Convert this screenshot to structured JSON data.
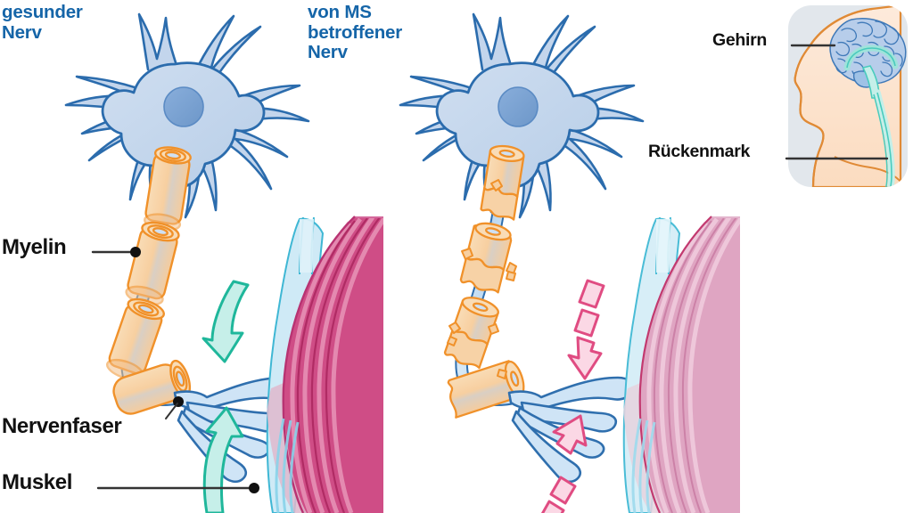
{
  "figure": {
    "type": "medical-illustration",
    "subject": "Multiple Sklerose – Vergleich gesunder und von MS betroffener Nerv",
    "language": "de",
    "background_color": "#ffffff"
  },
  "headings": {
    "healthy_nerve": "gesunder\nNerv",
    "ms_nerve": "von MS\nbetroffener\nNerv",
    "color": "#1565a8"
  },
  "labels": {
    "myelin": "Myelin",
    "nerve_fiber": "Nervenfaser",
    "muscle": "Muskel",
    "color": "#111111"
  },
  "inset": {
    "name": "head-anatomy-inset",
    "card_color": "#e2e7ec",
    "brain": "Gehirn",
    "spinal_cord": "Rückenmark",
    "skin_fill": "#fde7d2",
    "outline_color": "#e08a35",
    "brain_fill": "#b7cdea",
    "brain_outline": "#3f79b8",
    "cord_color": "#5fd6cb"
  },
  "colors": {
    "neuron_body_fill": "#c3d5ec",
    "neuron_outline": "#2b6cad",
    "nucleus_fill": "#7ba3d4",
    "myelin_fill": "#f6cfa0",
    "myelin_outline": "#f0912a",
    "axon_fill": "#c6dcf0",
    "axon_outline": "#2f6fae",
    "muscle_dark": "#c8326e",
    "muscle_mid": "#d9588e",
    "muscle_light": "#eda6c3",
    "muscle_pale": "#eac3d6",
    "tendon_blue": "#bfe3f2",
    "arrow_active_stroke": "#1fb79b",
    "arrow_active_fill": "#c6efe9",
    "arrow_impaired_stroke": "#e04c82",
    "arrow_impaired_fill": "#fbd8e5",
    "leader_line": "#333333"
  },
  "panels": [
    {
      "id": "healthy",
      "title": "gesunder Nerv",
      "myelin_state": "intakt",
      "signal_arrows": "durchgehend",
      "muscle_state": "kräftig"
    },
    {
      "id": "ms",
      "title": "von MS betroffener Nerv",
      "myelin_state": "beschädigt",
      "signal_arrows": "gestrichelt",
      "muscle_state": "geschwächt"
    }
  ]
}
